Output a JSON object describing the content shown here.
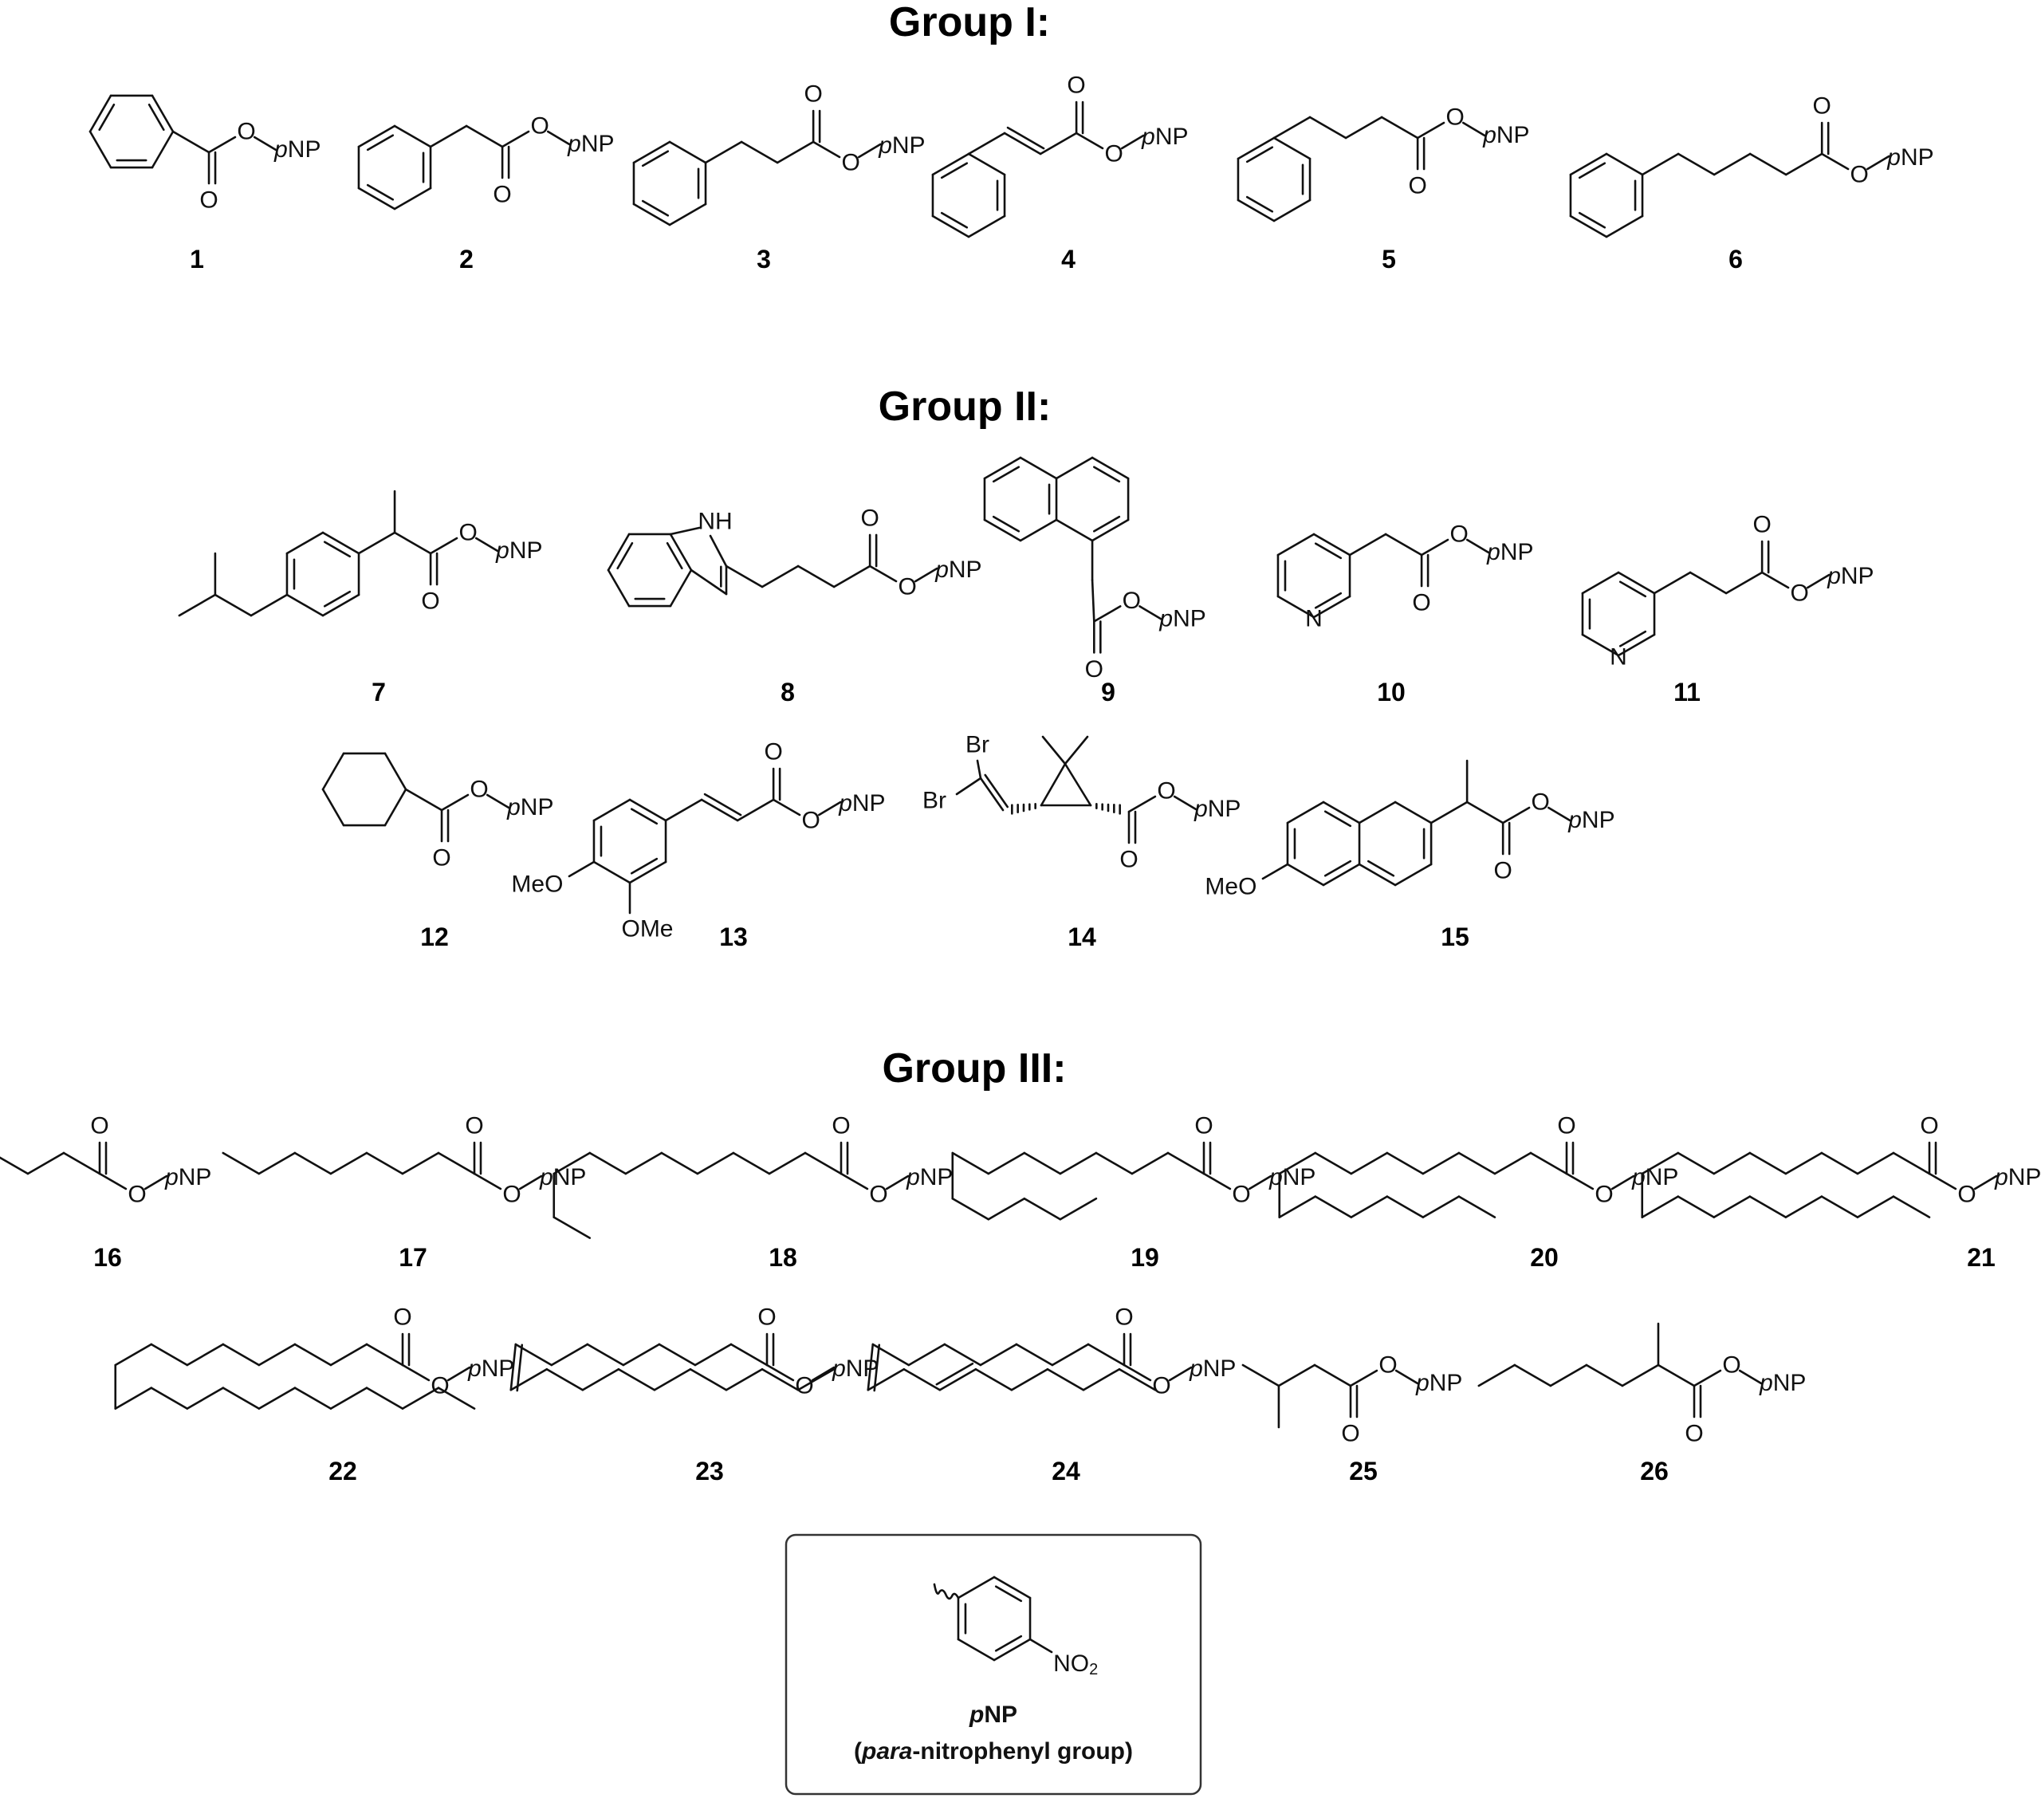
{
  "groups": [
    {
      "title": "Group I:",
      "compounds": [
        "1",
        "2",
        "3",
        "4",
        "5",
        "6"
      ]
    },
    {
      "title": "Group II:",
      "compounds": [
        "7",
        "8",
        "9",
        "10",
        "11",
        "12",
        "13",
        "14",
        "15"
      ]
    },
    {
      "title": "Group III:",
      "compounds": [
        "16",
        "17",
        "18",
        "19",
        "20",
        "21",
        "22",
        "23",
        "24",
        "25",
        "26"
      ]
    }
  ],
  "atom_labels": {
    "O": "O",
    "pNP_p": "p",
    "pNP_NP": "NP",
    "N": "N",
    "NH": "NH",
    "Br": "Br",
    "MeO": "MeO",
    "OMe": "OMe",
    "NO2_main": "NO",
    "NO2_sub": "2"
  },
  "legend": {
    "abbreviation_p": "p",
    "abbreviation_NP": "NP",
    "description_open": "(",
    "description_italic": "para",
    "description_rest": "-nitrophenyl group)"
  }
}
